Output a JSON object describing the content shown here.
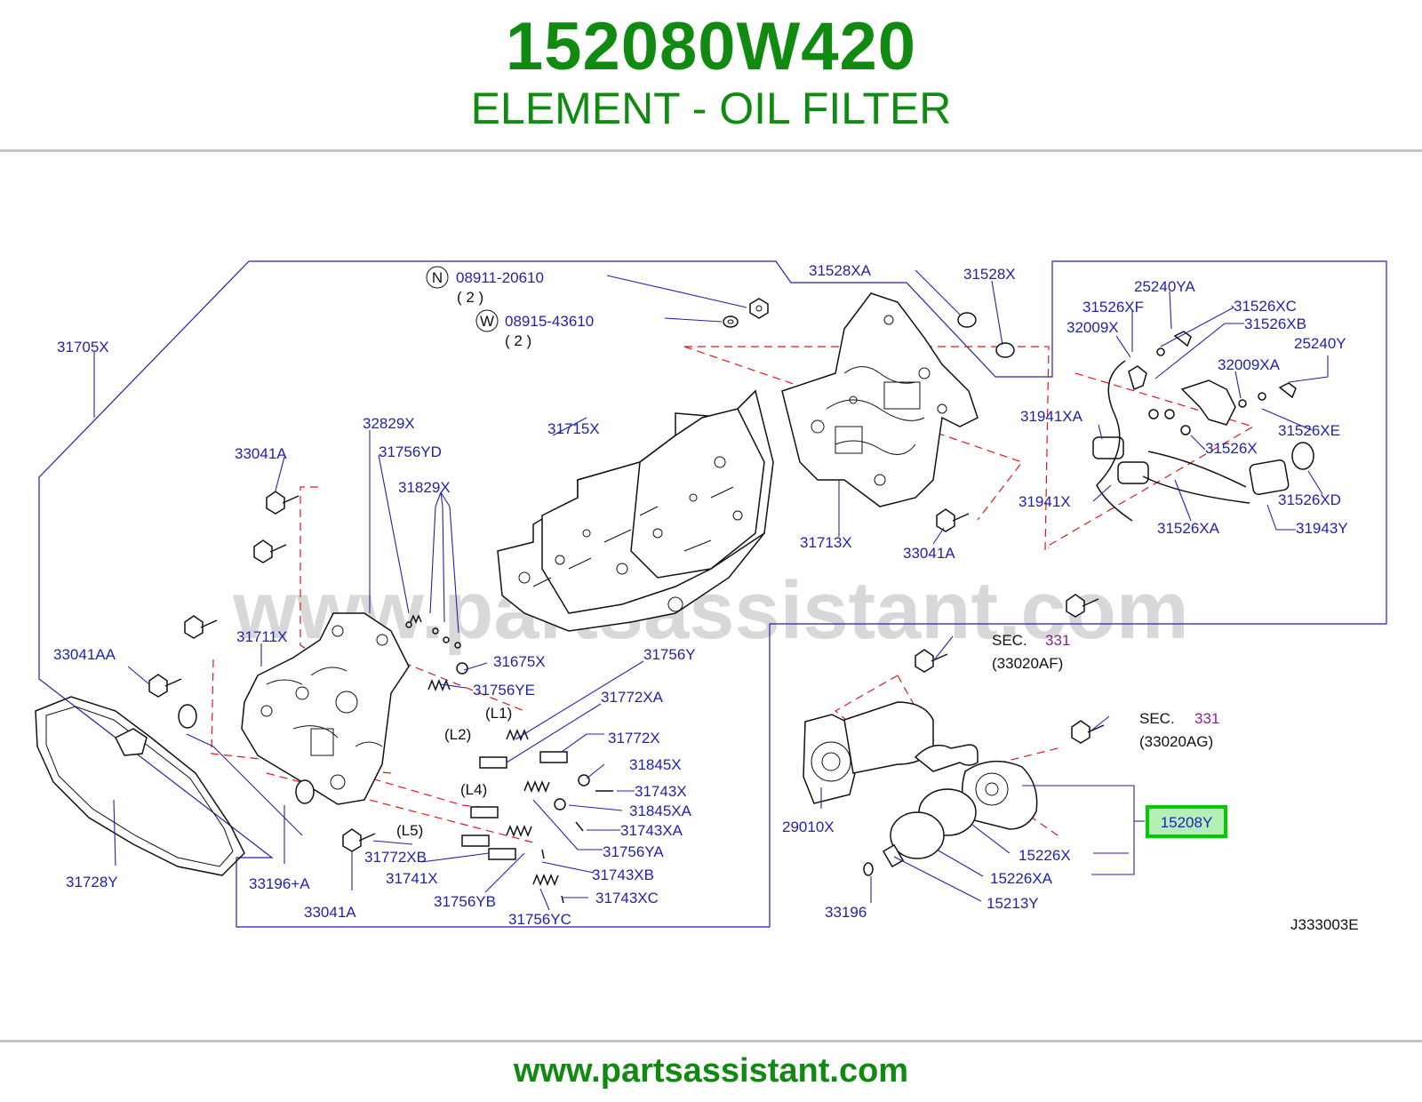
{
  "header": {
    "part_number": "152080W420",
    "part_name": "ELEMENT - OIL FILTER"
  },
  "footer": {
    "url": "www.partsassistant.com"
  },
  "diagram": {
    "watermark": "www.partsassistant.com",
    "drawing_code": "J333003E",
    "highlighted_label": "15208Y",
    "highlight_color": "#00cc00",
    "labels": {
      "n_ref": "08911-20610",
      "n_qty": "( 2 )",
      "w_ref": "08915-43610",
      "w_qty": "( 2 )",
      "n_circle": "N",
      "w_circle": "W",
      "l31528XA": "31528XA",
      "l31528X": "31528X",
      "l31705X": "31705X",
      "l25240YA": "25240YA",
      "l31526XF": "31526XF",
      "l31526XC": "31526XC",
      "l32009X": "32009X",
      "l31526XB": "31526XB",
      "l25240Y": "25240Y",
      "l32009XA": "32009XA",
      "l31941XA": "31941XA",
      "l31526XE": "31526XE",
      "l31526X": "31526X",
      "l31941X": "31941X",
      "l31526XD": "31526XD",
      "l31526XA": "31526XA",
      "l31943Y": "31943Y",
      "l32829X": "32829X",
      "l31715X": "31715X",
      "l33041A_1": "33041A",
      "l31756YD": "31756YD",
      "l31829X": "31829X",
      "l31713X": "31713X",
      "l33041A_2": "33041A",
      "l33041AA": "33041AA",
      "l31711X": "31711X",
      "l31675X": "31675X",
      "l31756Y": "31756Y",
      "l31756YE": "31756YE",
      "l31772XA": "31772XA",
      "L1": "(L1)",
      "L2": "(L2)",
      "l31772X": "31772X",
      "l31845X": "31845X",
      "L4": "(L4)",
      "l31743X": "31743X",
      "l31845XA": "31845XA",
      "L5": "(L5)",
      "l31743XA": "31743XA",
      "l31756YA": "31756YA",
      "l31772XB": "31772XB",
      "l31741X": "31741X",
      "l31743XB": "31743XB",
      "l31728Y": "31728Y",
      "l33196A": "33196+A",
      "l31756YB": "31756YB",
      "l31743XC": "31743XC",
      "l33041A_3": "33041A",
      "l31756YC": "31756YC",
      "sec1": "SEC.",
      "sec1_num": "331",
      "sec1_ref": "(33020AF)",
      "sec2": "SEC.",
      "sec2_num": "331",
      "sec2_ref": "(33020AG)",
      "l29010X": "29010X",
      "l15226X": "15226X",
      "l15226XA": "15226XA",
      "l33196": "33196",
      "l15213Y": "15213Y"
    }
  }
}
